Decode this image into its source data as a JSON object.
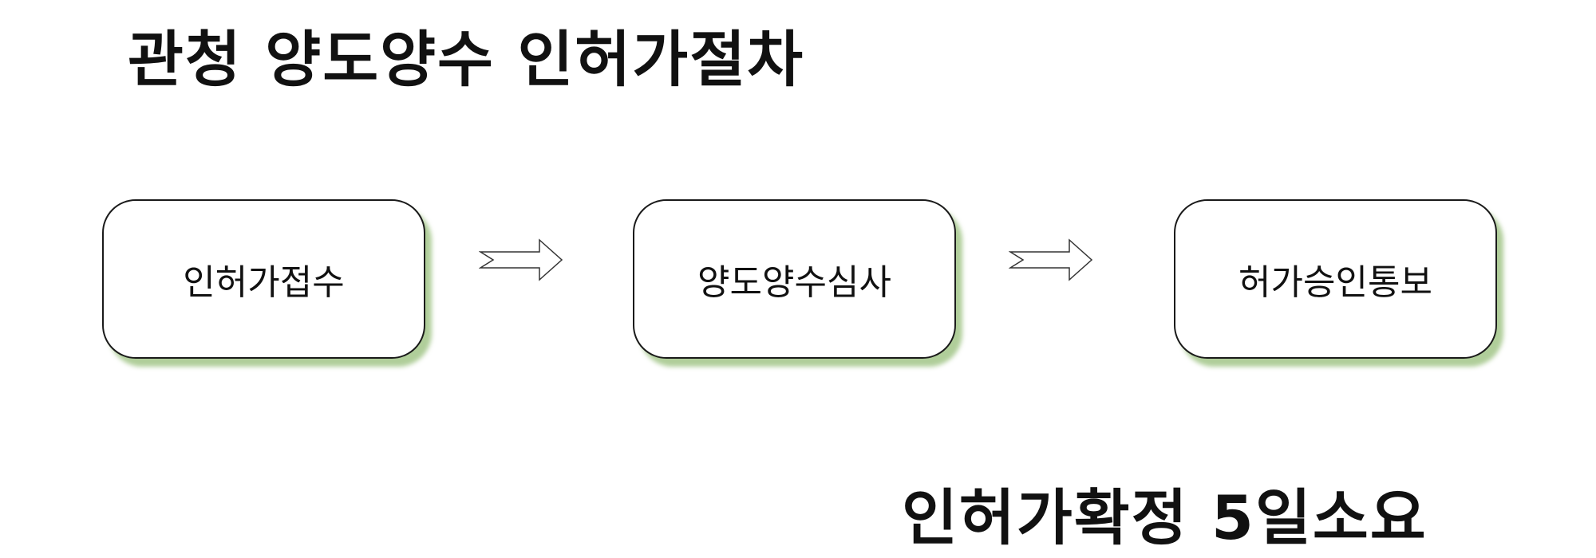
{
  "title": "관청 양도양수 인허가절차",
  "steps": [
    {
      "label": "인허가접수"
    },
    {
      "label": "양도양수심사"
    },
    {
      "label": "허가승인통보"
    }
  ],
  "arrows": [
    {
      "icon": "right-arrow-icon"
    },
    {
      "icon": "right-arrow-icon"
    }
  ],
  "footer": "인허가확정 5일소요",
  "colors": {
    "box_border": "#1a1a1a",
    "box_shadow": "#96be78",
    "text": "#111111"
  }
}
